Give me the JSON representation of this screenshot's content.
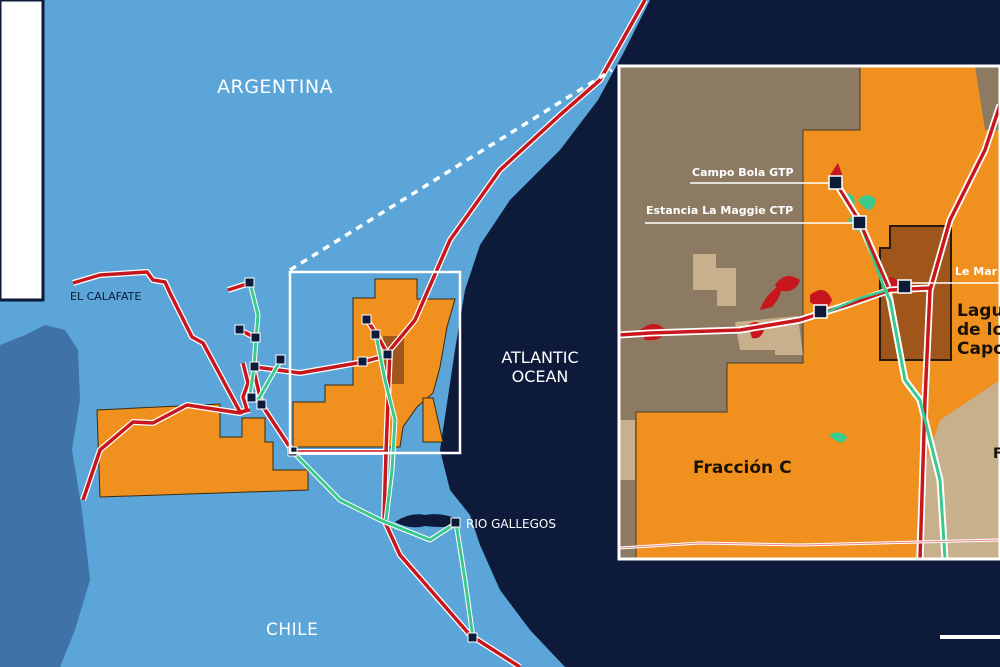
{
  "map": {
    "country_labels": {
      "argentina": "ARGENTINA",
      "chile": "CHILE"
    },
    "ocean_label": {
      "line1": "ATLANTIC",
      "line2": "OCEAN"
    },
    "cities": {
      "el_calafate": "EL CALAFATE",
      "rio_gallegos": "RIO GALLEGOS"
    },
    "inset": {
      "facilities": {
        "campo_bola": "Campo Bola GTP",
        "estancia": "Estancia La Maggie CTP",
        "le_mar": "Le Mar"
      },
      "blocks": {
        "laguna_1": "Lagu",
        "laguna_2": "de lo",
        "laguna_3": "Capo",
        "fraccion_c": "Fracción C",
        "f_partial": "F"
      }
    },
    "colors": {
      "land": "#5ba5d8",
      "ocean": "#0e1a3a",
      "chile": "#3f73a8",
      "block": "#f0901e",
      "other_block": "#8c7b62",
      "pipeline_oil": "#c8161d",
      "pipeline_gas": "#3cc98e"
    }
  }
}
